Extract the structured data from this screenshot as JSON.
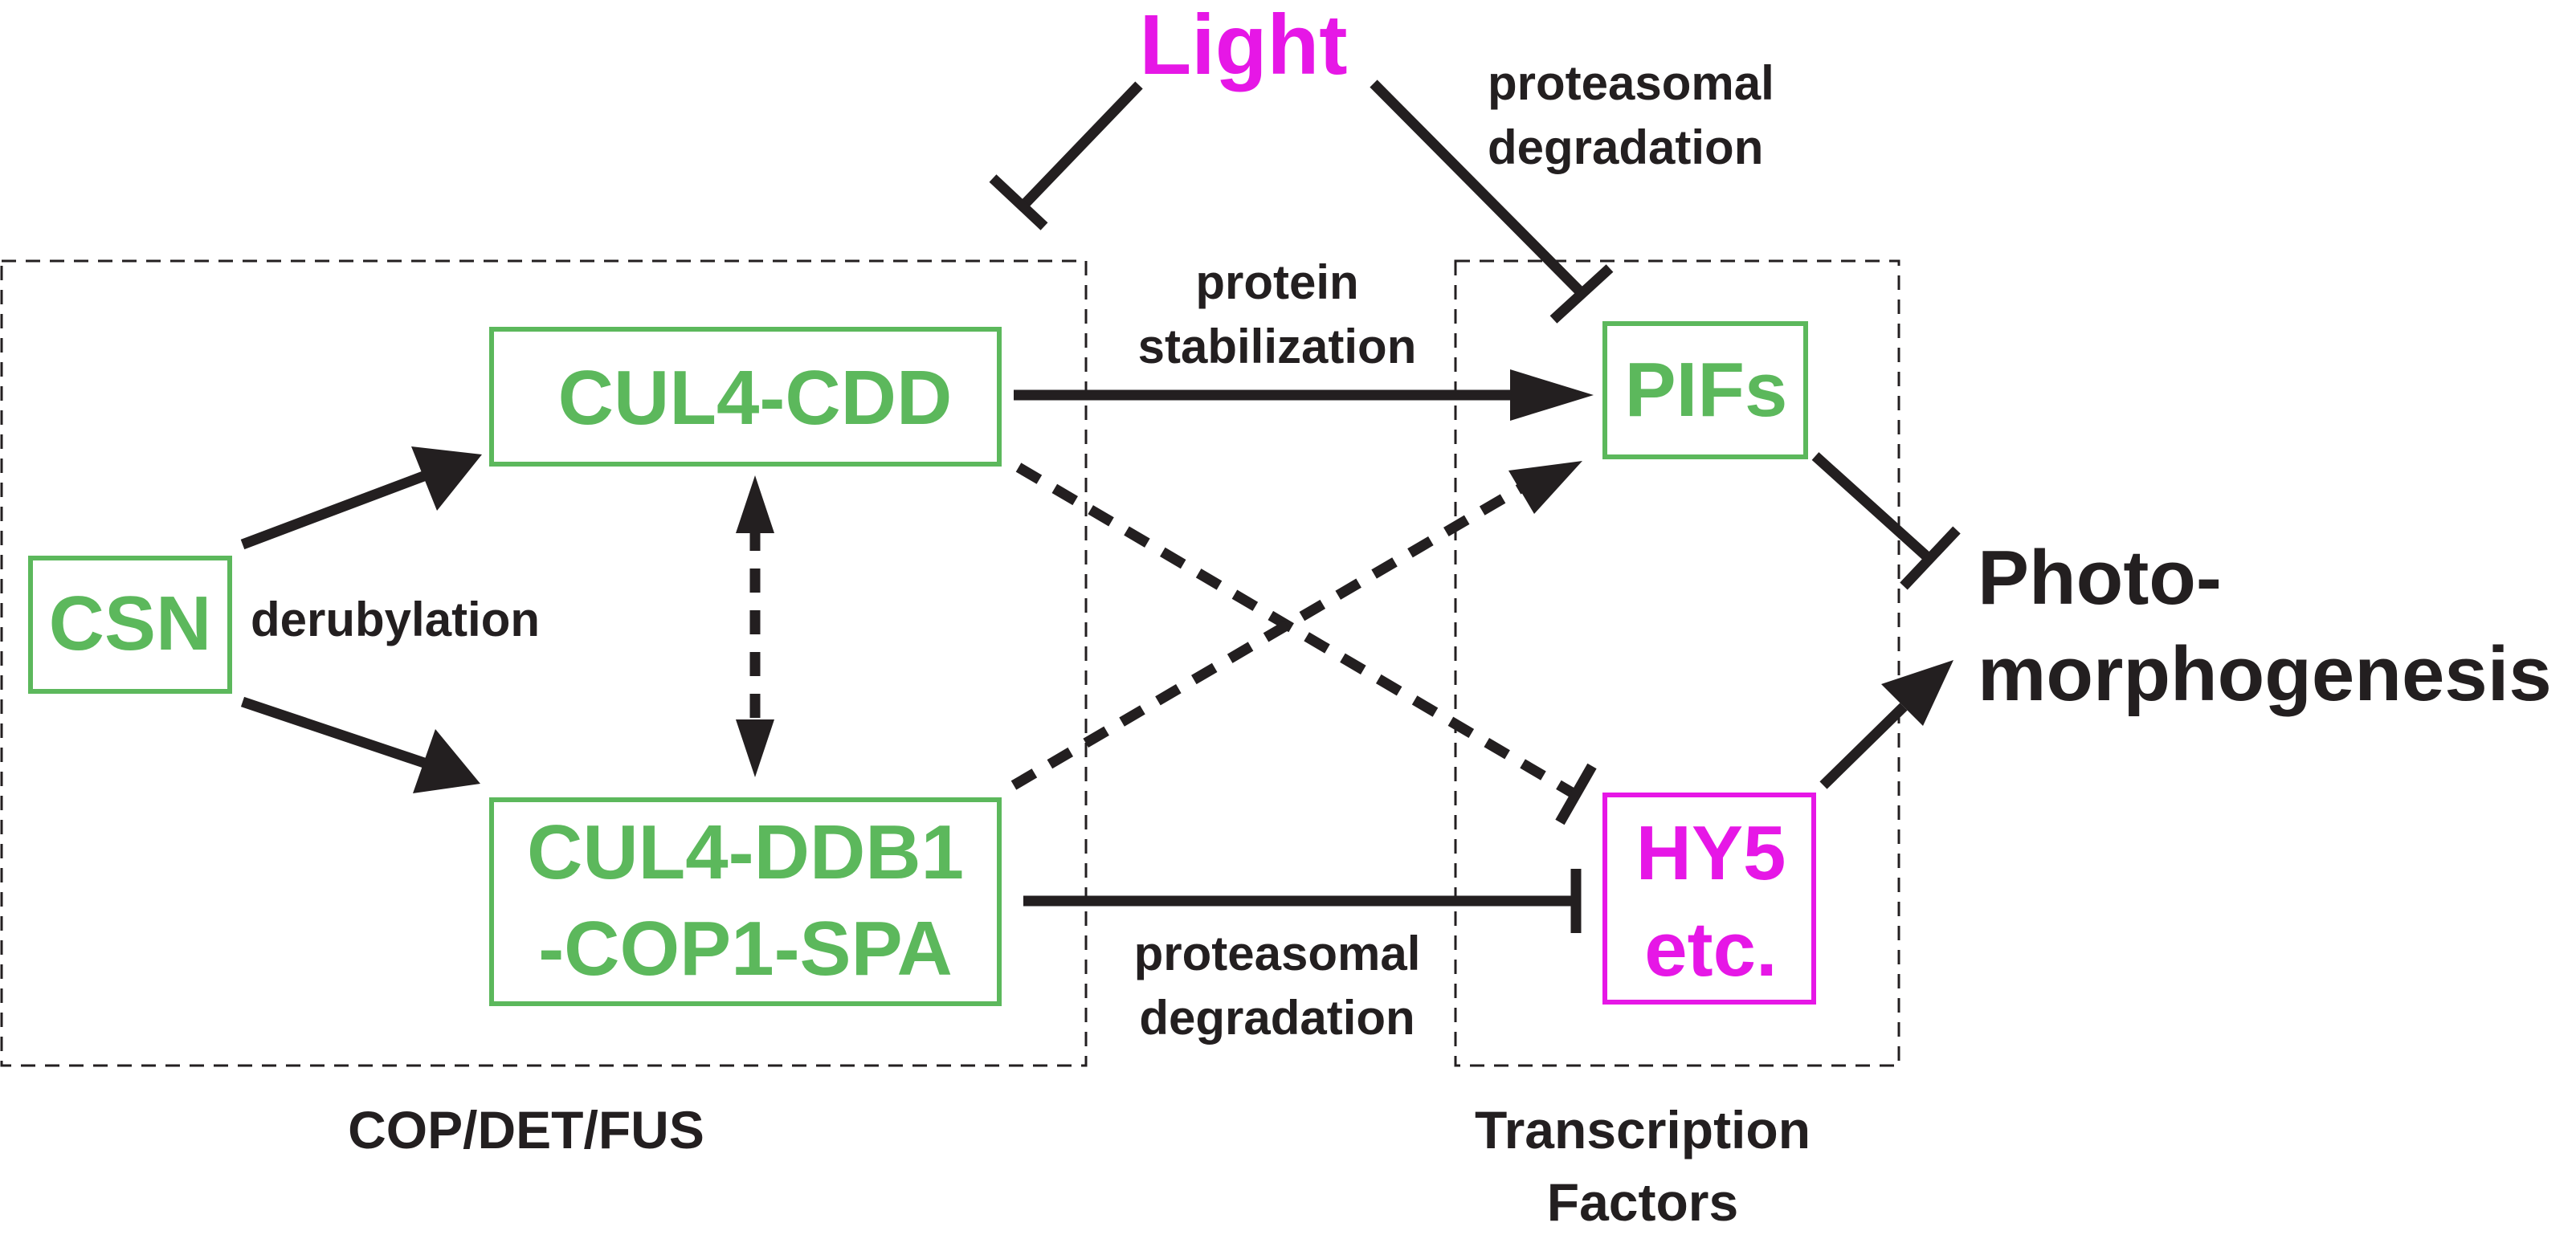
{
  "light": "Light",
  "nodes": {
    "csn": "CSN",
    "cul4_cdd": "CUL4-CDD",
    "cul4_ddb1_line1": "CUL4-DDB1",
    "cul4_ddb1_line2": "-COP1-SPA",
    "pifs": "PIFs",
    "hy5_line1": "HY5",
    "hy5_line2": "etc."
  },
  "outcome": {
    "line1": "Photo-",
    "line2": "morphogenesis"
  },
  "edge_labels": {
    "derubylation": "derubylation",
    "stabilization_line1": "protein",
    "stabilization_line2": "stabilization",
    "degradation_top_line1": "proteasomal",
    "degradation_top_line2": "degradation",
    "degradation_bottom_line1": "proteasomal",
    "degradation_bottom_line2": "degradation"
  },
  "groups": {
    "cop_det_fus": "COP/DET/FUS",
    "tf_line1": "Transcription",
    "tf_line2": "Factors"
  },
  "colors": {
    "green": "#5cb85c",
    "magenta": "#e617e6",
    "ink": "#231f20"
  }
}
